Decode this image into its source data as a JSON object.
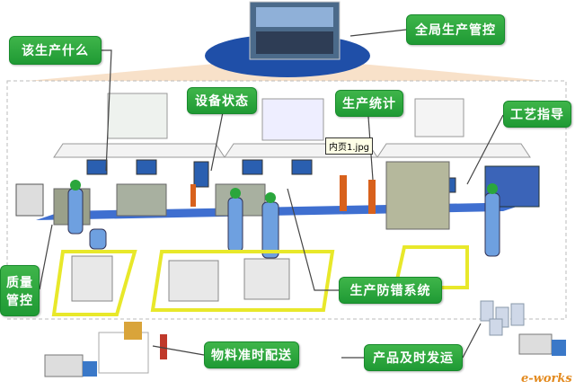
{
  "labels": {
    "global": "全局生产管控",
    "what": "该生产什么",
    "equipment": "设备状态",
    "stats": "生产统计",
    "process": "工艺指导",
    "quality_1": "质量",
    "quality_2": "管控",
    "errorproof": "生产防错系统",
    "material": "物料准时配送",
    "shipping": "产品及时发运"
  },
  "tooltip": "内页1.jpg",
  "logo": "e-works",
  "colors": {
    "label_green": "#2aa63c",
    "belt_blue": "#3f6fd0",
    "floor_yellow": "#e8e82a",
    "beam_orange": "#f3c9a0"
  }
}
